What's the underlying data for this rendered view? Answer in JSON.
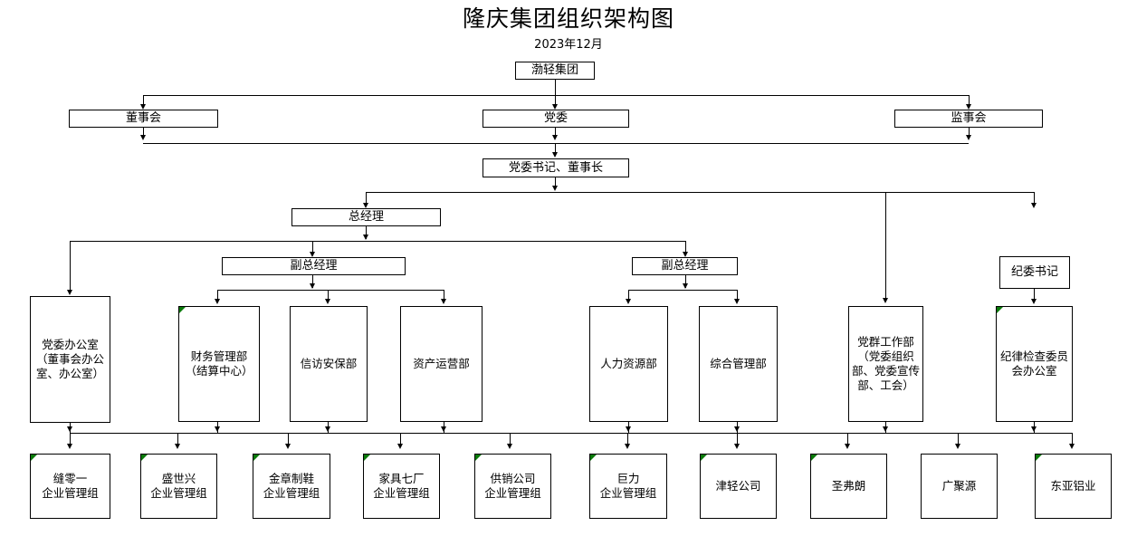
{
  "document": {
    "title": "隆庆集团组织架构图",
    "subtitle": "2023年12月"
  },
  "colors": {
    "line": "#000000",
    "box_border": "#000000",
    "background": "#ffffff",
    "comment_flag": "#0a7a0a",
    "text": "#000000"
  },
  "nodes": {
    "root": {
      "label": "渤轻集团"
    },
    "level2": [
      {
        "label": "董事会"
      },
      {
        "label": "党委"
      },
      {
        "label": "监事会"
      }
    ],
    "chairman": {
      "label": "党委书记、董事长"
    },
    "gm": {
      "label": "总经理"
    },
    "vgm_left": {
      "label": "副总经理"
    },
    "vgm_right": {
      "label": "副总经理"
    },
    "discipline_secretary": {
      "label": "纪委书记"
    },
    "departments": [
      {
        "label": "党委办公室\n（董事会办公室、办公室）",
        "flag": false
      },
      {
        "label": "财务管理部\n（结算中心）",
        "flag": true
      },
      {
        "label": "信访安保部",
        "flag": false
      },
      {
        "label": "资产运营部",
        "flag": false
      },
      {
        "label": "人力资源部",
        "flag": false
      },
      {
        "label": "综合管理部",
        "flag": false
      },
      {
        "label": "党群工作部\n（党委组织部、党委宣传部、工会）",
        "flag": false
      },
      {
        "label": "纪律检查委员会办公室",
        "flag": true
      }
    ],
    "subsidiaries": [
      {
        "label": "缝零一\n企业管理组",
        "flag": true
      },
      {
        "label": "盛世兴\n企业管理组",
        "flag": true
      },
      {
        "label": "金章制鞋\n企业管理组",
        "flag": true
      },
      {
        "label": "家具七厂\n企业管理组",
        "flag": true
      },
      {
        "label": "供销公司\n企业管理组",
        "flag": true
      },
      {
        "label": "巨力\n企业管理组",
        "flag": true
      },
      {
        "label": "津轻公司",
        "flag": true
      },
      {
        "label": "圣弗朗",
        "flag": true
      },
      {
        "label": "广聚源",
        "flag": false
      },
      {
        "label": "东亚铝业",
        "flag": true
      }
    ]
  }
}
